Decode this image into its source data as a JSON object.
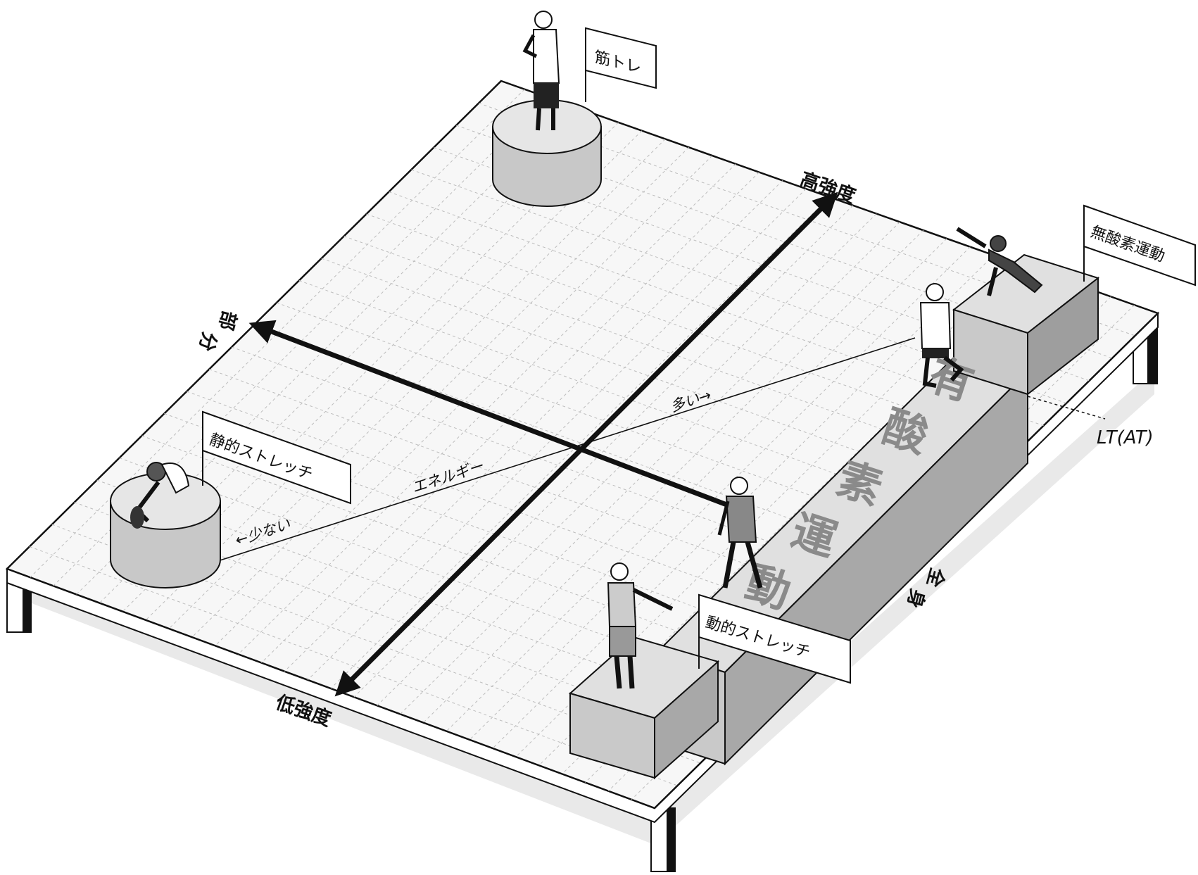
{
  "axes": {
    "high_intensity": "高強度",
    "low_intensity": "低強度",
    "partial": [
      "部",
      "分"
    ],
    "whole_body": [
      "全",
      "身"
    ]
  },
  "energy": {
    "label": "エネルギー",
    "less": "←少ない",
    "more": "多い→"
  },
  "threshold_label": "LT(AT)",
  "signs": {
    "strength_training": "筋トレ",
    "static_stretch": "静的ストレッチ",
    "dynamic_stretch": "動的ストレッチ",
    "anaerobic": "無酸素運動"
  },
  "aerobic_chars": [
    "有",
    "酸",
    "素",
    "運",
    "動"
  ],
  "colors": {
    "floor": "#f7f7f7",
    "grid": "#bdbdbd",
    "block_top": "#e2e2e2",
    "block_side": "#b4b4b4",
    "block_dark": "#8e8e8e",
    "axis": "#111111",
    "aerobic_text": "#8a8a8a"
  },
  "icons": [
    "person-flexing-icon",
    "person-stretching-icon",
    "person-walking-icon",
    "person-running-icon",
    "person-skating-icon",
    "person-arm-stretch-icon"
  ]
}
